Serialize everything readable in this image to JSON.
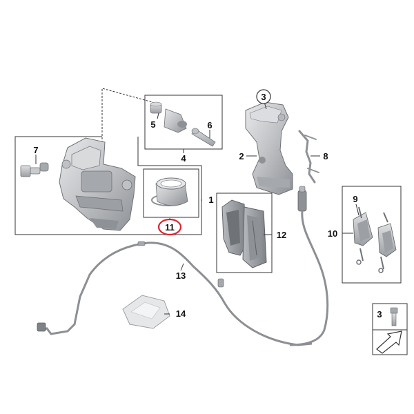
{
  "diagram": {
    "type": "exploded-parts-diagram",
    "subject": "rear brake caliper assembly",
    "colors": {
      "background": "#ffffff",
      "frame": "#333333",
      "part_fill": "#c9cbce",
      "part_dark": "#8e9196",
      "part_light": "#e6e7e9",
      "cable": "#8c8f93",
      "highlight": "#e0232c"
    },
    "callouts": [
      {
        "id": "callout-1",
        "label": "1"
      },
      {
        "id": "callout-2",
        "label": "2"
      },
      {
        "id": "callout-3",
        "label": "3"
      },
      {
        "id": "callout-4",
        "label": "4"
      },
      {
        "id": "callout-5",
        "label": "5"
      },
      {
        "id": "callout-6",
        "label": "6"
      },
      {
        "id": "callout-7",
        "label": "7"
      },
      {
        "id": "callout-8",
        "label": "8"
      },
      {
        "id": "callout-9",
        "label": "9"
      },
      {
        "id": "callout-10",
        "label": "10"
      },
      {
        "id": "callout-11",
        "label": "11",
        "highlighted": true
      },
      {
        "id": "callout-12",
        "label": "12"
      },
      {
        "id": "callout-13",
        "label": "13"
      },
      {
        "id": "callout-14",
        "label": "14"
      },
      {
        "id": "callout-3b",
        "label": "3"
      }
    ],
    "icons": [
      "caliper-housing-icon",
      "caliper-carrier-icon",
      "guide-bolt-icon",
      "rubber-boot-icon",
      "guide-pin-icon",
      "bleeder-valve-icon",
      "anti-rattle-spring-icon",
      "piston-seal-kit-icon",
      "brake-pad-set-icon",
      "pad-wear-sensor-icon",
      "wear-sensor-cable-icon",
      "grease-sachet-icon",
      "hex-bolt-icon",
      "arrow-icon"
    ]
  }
}
